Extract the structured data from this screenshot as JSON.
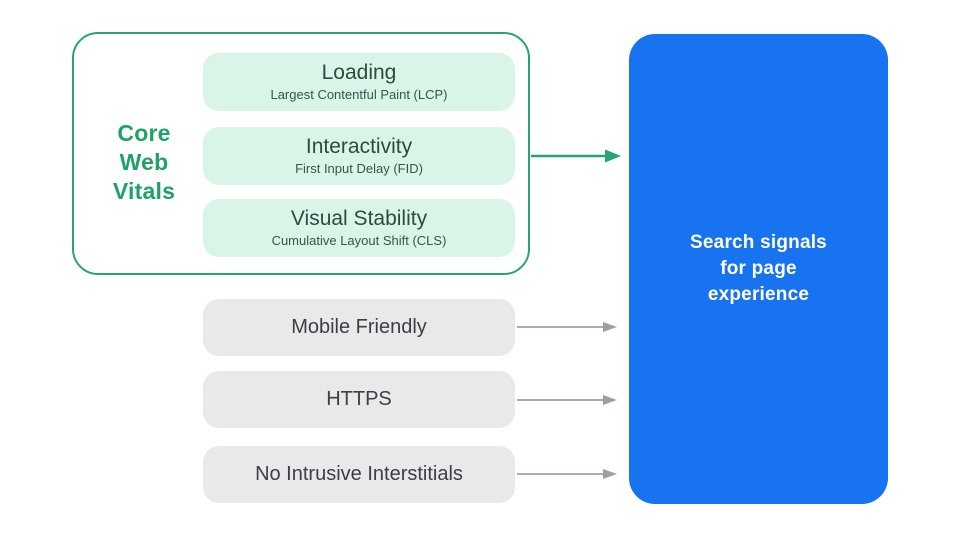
{
  "colors": {
    "green_accent": "#27a472",
    "green_label_text": "#1fa266",
    "metric_fill": "#d8f5e8",
    "metric_text": "#2e4b43",
    "signal_fill": "#e9e9ec",
    "signal_text": "#3c4043",
    "arrow_gray": "#9aa0a6",
    "target_fill": "#1773f0",
    "target_text": "#ffffff",
    "background": "#ffffff"
  },
  "core_web_vitals": {
    "label_lines": [
      "Core",
      "Web",
      "Vitals"
    ],
    "metrics": [
      {
        "title": "Loading",
        "subtitle": "Largest Contentful Paint (LCP)"
      },
      {
        "title": "Interactivity",
        "subtitle": "First Input Delay (FID)"
      },
      {
        "title": "Visual Stability",
        "subtitle": "Cumulative Layout Shift (CLS)"
      }
    ]
  },
  "other_signals": [
    {
      "label": "Mobile Friendly"
    },
    {
      "label": "HTTPS"
    },
    {
      "label": "No Intrusive Interstitials"
    }
  ],
  "target_box": {
    "label_lines": [
      "Search signals",
      "for page",
      "experience"
    ]
  }
}
